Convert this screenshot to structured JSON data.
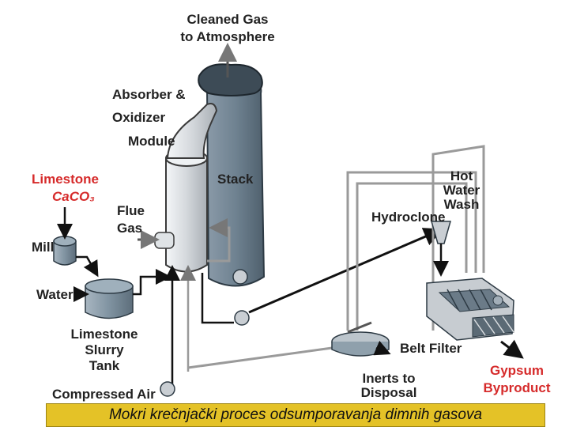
{
  "labels": {
    "cleaned_gas": [
      "Cleaned Gas",
      "to Atmosphere"
    ],
    "absorber": [
      "Absorber &",
      "Oxidizer",
      "Module"
    ],
    "stack": "Stack",
    "limestone": "Limestone",
    "caco3": "CaCO₃",
    "flue_gas": [
      "Flue",
      "Gas"
    ],
    "mill": "Mill",
    "water": "Water",
    "slurry_tank": [
      "Limestone",
      "Slurry",
      "Tank"
    ],
    "compressed_air": "Compressed Air",
    "hot_water_wash": [
      "Hot",
      "Water",
      "Wash"
    ],
    "hydroclone": "Hydroclone",
    "belt_filter": "Belt Filter",
    "inerts": [
      "Inerts to",
      "Disposal"
    ],
    "gypsum": [
      "Gypsum",
      "Byproduct"
    ]
  },
  "caption": "Mokri krečnjački proces odsumporavanja dimnih gasova",
  "colors": {
    "stack": "#6f8291",
    "absorber": "#d4d8dc",
    "pipe_dark": "#111111",
    "pipe_light": "#9a9a9a",
    "accent_red": "#d62b2b",
    "caption_bg": "#e4c227"
  }
}
